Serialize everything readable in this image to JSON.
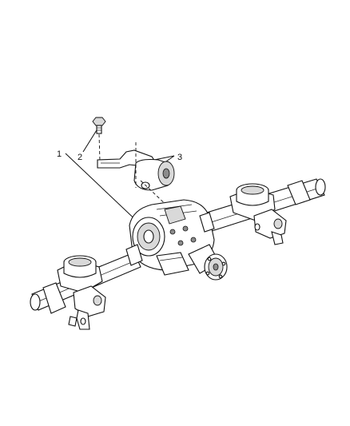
{
  "diagram": {
    "callouts": [
      {
        "id": "1",
        "label": "1"
      },
      {
        "id": "2",
        "label": "2"
      },
      {
        "id": "3",
        "label": "3"
      }
    ],
    "parts": [
      {
        "callout": "1",
        "icon": "rear-axle-differential-icon"
      },
      {
        "callout": "2",
        "icon": "bolt-icon"
      },
      {
        "callout": "3",
        "icon": "bumper-bracket-icon"
      }
    ]
  }
}
